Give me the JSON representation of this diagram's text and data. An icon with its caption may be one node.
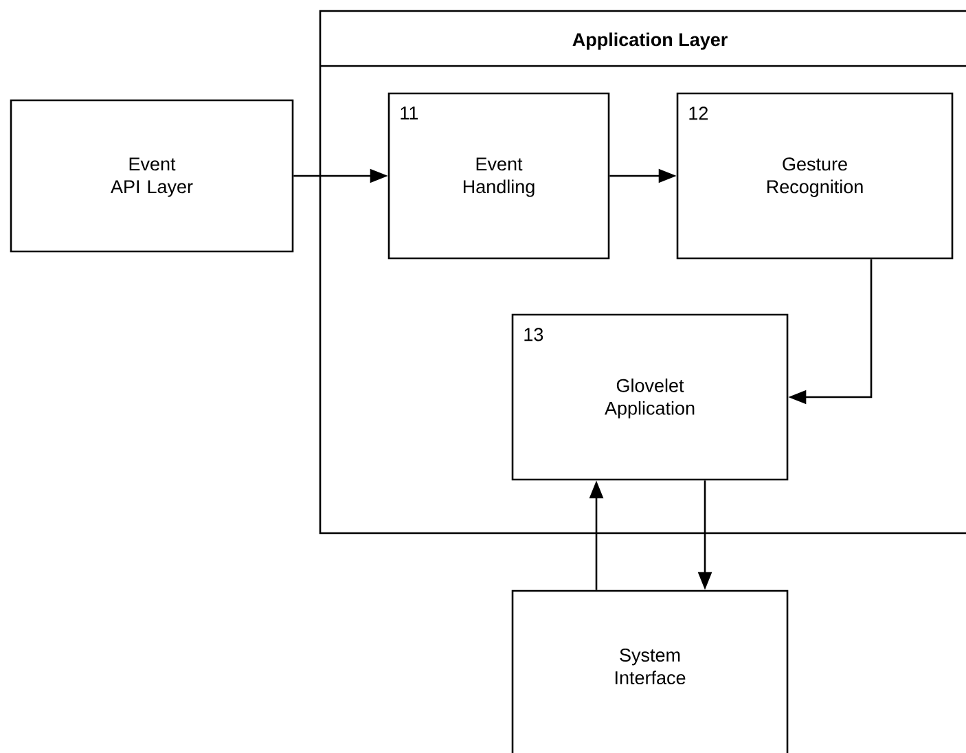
{
  "diagram": {
    "nodes": [
      {
        "text": [
          "Application Layer"
        ]
      },
      {
        "text": [
          "Event API Layer"
        ]
      },
      {
        "text": [
          "11",
          "Event Handling"
        ],
        "in": 0
      },
      {
        "text": [
          "12",
          "Gesture Recognition"
        ],
        "in": 0
      },
      {
        "text": [
          "13",
          "Glovelet Application"
        ],
        "in": 0
      },
      {
        "text": [
          "System Interface"
        ]
      }
    ],
    "edges": [
      {
        "from": 1,
        "to": 2,
        "arrow": "to"
      },
      {
        "from": 2,
        "to": 3,
        "arrow": "to"
      },
      {
        "from": 3,
        "to": 4,
        "arrow": "to"
      },
      {
        "from": 5,
        "to": 4,
        "arrow": "to"
      },
      {
        "from": 4,
        "to": 5,
        "arrow": "to"
      }
    ]
  }
}
